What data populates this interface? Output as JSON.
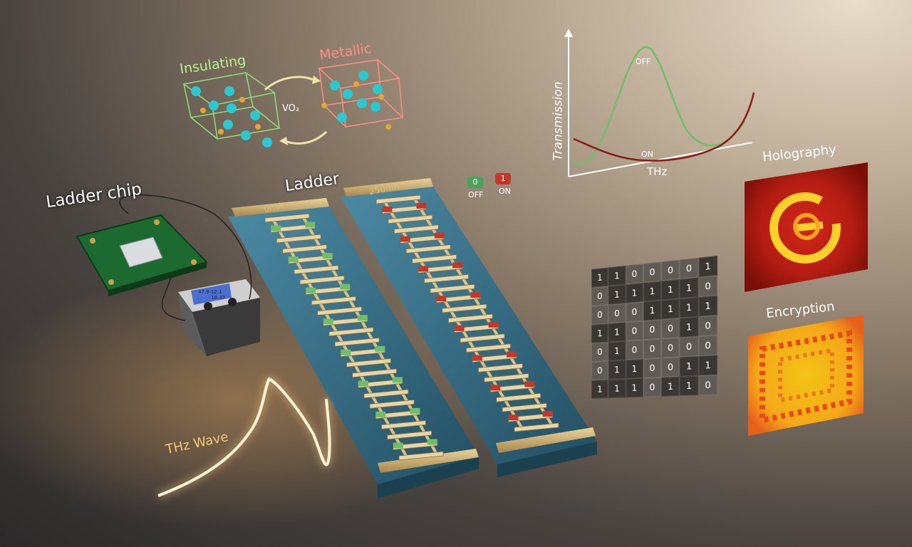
{
  "labels": {
    "ladder_chip": "Ladder chip",
    "ladder": "Ladder",
    "insulating": "Insulating",
    "metallic": "Metallic",
    "vo2": "VO₂",
    "thz_wave": "THz Wave",
    "holography": "Holography",
    "encryption": "Encryption",
    "current_left": "0mA",
    "current_right": "250mA",
    "lcd_line1": "47.9 12.1",
    "lcd_line2": "18.37"
  },
  "legend": {
    "zero_badge": "0",
    "one_badge": "1",
    "zero_caption": "OFF",
    "one_caption": "ON"
  },
  "graph": {
    "y_title": "Transmission",
    "x_title": "THz",
    "off_curve_label": "OFF",
    "on_curve_label": "ON",
    "off_color": "#6fbf6a",
    "on_color": "#8b1a1a"
  },
  "matrix": [
    [
      "1",
      "1",
      "0",
      "0",
      "0",
      "0",
      "1"
    ],
    [
      "0",
      "1",
      "1",
      "1",
      "1",
      "1",
      "0"
    ],
    [
      "0",
      "0",
      "0",
      "1",
      "1",
      "1",
      "1"
    ],
    [
      "1",
      "1",
      "0",
      "0",
      "0",
      "1",
      "0"
    ],
    [
      "0",
      "1",
      "0",
      "0",
      "0",
      "0",
      "0"
    ],
    [
      "0",
      "1",
      "1",
      "0",
      "0",
      "1",
      "1"
    ],
    [
      "1",
      "1",
      "1",
      "0",
      "1",
      "1",
      "0"
    ]
  ],
  "colors": {
    "off_element": "#6fbf6a",
    "on_element": "#c0392b",
    "substrate": "#2f6e86",
    "gold": "#cfb27a"
  },
  "icons": [
    "chip-icon",
    "power-supply-icon",
    "crystal-lattice-icon",
    "thz-wave-icon",
    "hologram-image-icon",
    "encryption-image-icon"
  ]
}
